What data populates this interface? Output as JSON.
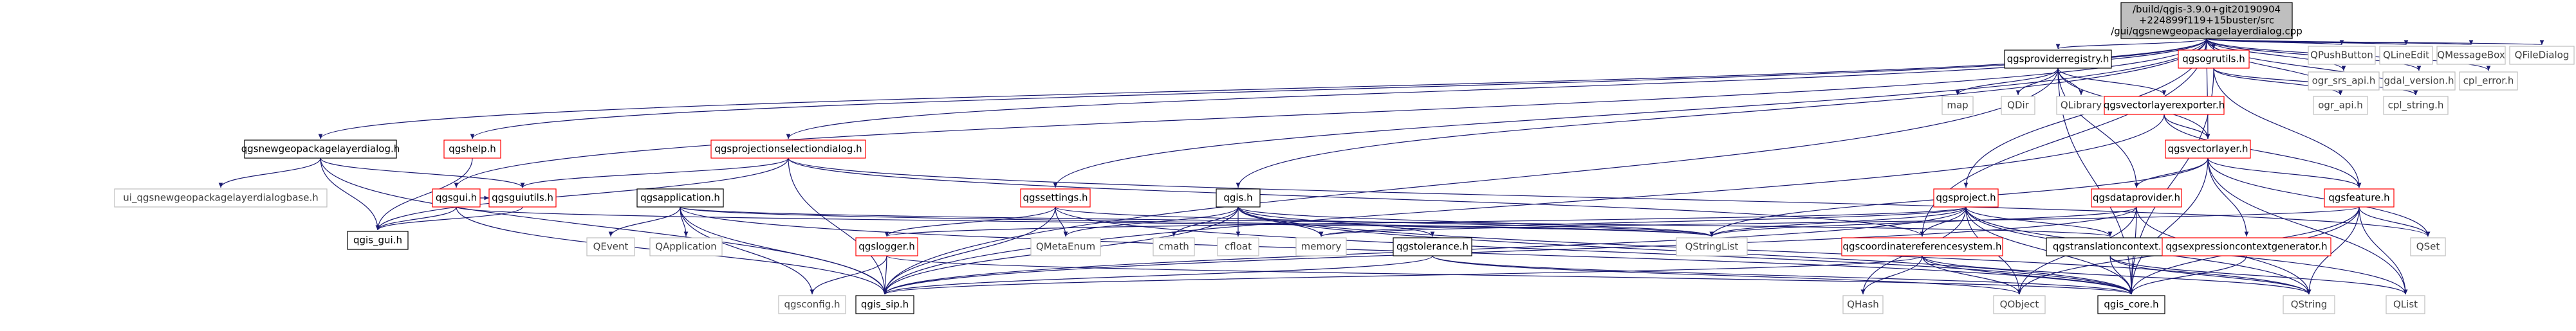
{
  "colors": {
    "edge": "#191970",
    "edge_secondary": "#8b8b8b",
    "root_fill": "#bfbfbf",
    "doc_border": "#ff0000",
    "plain_border": "#000000",
    "external_border": "#bfbfbf",
    "external_text": "#404040"
  },
  "nodes": {
    "root": {
      "lines": [
        "/build/qgis-3.9.0+git20190904",
        "+224899f119+15buster/src",
        "/gui/qgsnewgeopackagelayerdialog.cpp"
      ],
      "kind": "root"
    },
    "qpushbutton": {
      "lines": [
        "QPushButton"
      ],
      "kind": "external"
    },
    "qlineedit": {
      "lines": [
        "QLineEdit"
      ],
      "kind": "external"
    },
    "qmessagebox": {
      "lines": [
        "QMessageBox"
      ],
      "kind": "external"
    },
    "qfiledialog": {
      "lines": [
        "QFileDialog"
      ],
      "kind": "external"
    },
    "ogr_srs_api": {
      "lines": [
        "ogr_srs_api.h"
      ],
      "kind": "external"
    },
    "gdal_version": {
      "lines": [
        "gdal_version.h"
      ],
      "kind": "external"
    },
    "cpl_error": {
      "lines": [
        "cpl_error.h"
      ],
      "kind": "external"
    },
    "qgsproviderregistry": {
      "lines": [
        "qgsproviderregistry.h"
      ],
      "kind": "plain"
    },
    "qgsogrutils": {
      "lines": [
        "qgsogrutils.h"
      ],
      "kind": "doc"
    },
    "ogr_api": {
      "lines": [
        "ogr_api.h"
      ],
      "kind": "external"
    },
    "cpl_string": {
      "lines": [
        "cpl_string.h"
      ],
      "kind": "external"
    },
    "map": {
      "lines": [
        "map"
      ],
      "kind": "external"
    },
    "qdir": {
      "lines": [
        "QDir"
      ],
      "kind": "external"
    },
    "qlibrary": {
      "lines": [
        "QLibrary"
      ],
      "kind": "external"
    },
    "qgsvectorlayerexporter": {
      "lines": [
        "qgsvectorlayerexporter.h"
      ],
      "kind": "doc"
    },
    "qgsnewgeopackagelayerdialog": {
      "lines": [
        "qgsnewgeopackagelayerdialog.h"
      ],
      "kind": "plain"
    },
    "qgshelp": {
      "lines": [
        "qgshelp.h"
      ],
      "kind": "doc"
    },
    "qgsprojectionselectiondialog": {
      "lines": [
        "qgsprojectionselectiondialog.h"
      ],
      "kind": "doc"
    },
    "qgsvectorlayer": {
      "lines": [
        "qgsvectorlayer.h"
      ],
      "kind": "doc"
    },
    "ui_qgsnewgeopackagelayerdialogbase": {
      "lines": [
        "ui_qgsnewgeopackagelayerdialogbase.h"
      ],
      "kind": "external"
    },
    "qgsgui": {
      "lines": [
        "qgsgui.h"
      ],
      "kind": "doc"
    },
    "qgsguiutils": {
      "lines": [
        "qgsguiutils.h"
      ],
      "kind": "doc"
    },
    "qgsapplication": {
      "lines": [
        "qgsapplication.h"
      ],
      "kind": "plain"
    },
    "qgssettings": {
      "lines": [
        "qgssettings.h"
      ],
      "kind": "doc"
    },
    "qgis": {
      "lines": [
        "qgis.h"
      ],
      "kind": "plain"
    },
    "qgsproject": {
      "lines": [
        "qgsproject.h"
      ],
      "kind": "doc"
    },
    "qgsdataprovider": {
      "lines": [
        "qgsdataprovider.h"
      ],
      "kind": "doc"
    },
    "qgsfeature": {
      "lines": [
        "qgsfeature.h"
      ],
      "kind": "doc"
    },
    "qgis_gui": {
      "lines": [
        "qgis_gui.h"
      ],
      "kind": "plain"
    },
    "qevent": {
      "lines": [
        "QEvent"
      ],
      "kind": "external"
    },
    "qapplication": {
      "lines": [
        "QApplication"
      ],
      "kind": "external"
    },
    "qgslogger": {
      "lines": [
        "qgslogger.h"
      ],
      "kind": "doc"
    },
    "qmetaenum": {
      "lines": [
        "QMetaEnum"
      ],
      "kind": "external"
    },
    "cmath": {
      "lines": [
        "cmath"
      ],
      "kind": "external"
    },
    "cfloat": {
      "lines": [
        "cfloat"
      ],
      "kind": "external"
    },
    "memory": {
      "lines": [
        "memory"
      ],
      "kind": "external"
    },
    "qgstolerance": {
      "lines": [
        "qgstolerance.h"
      ],
      "kind": "plain"
    },
    "qstringlist": {
      "lines": [
        "QStringList"
      ],
      "kind": "external"
    },
    "qgscoordinatereferencesystem": {
      "lines": [
        "qgscoordinatereferencesystem.h"
      ],
      "kind": "doc"
    },
    "qgstranslationcontext": {
      "lines": [
        "qgstranslationcontext.h"
      ],
      "kind": "plain"
    },
    "qgsexpressioncontextgenerator": {
      "lines": [
        "qgsexpressioncontextgenerator.h"
      ],
      "kind": "doc"
    },
    "qset": {
      "lines": [
        "QSet"
      ],
      "kind": "external"
    },
    "qgsconfig": {
      "lines": [
        "qgsconfig.h"
      ],
      "kind": "external"
    },
    "qgis_sip": {
      "lines": [
        "qgis_sip.h"
      ],
      "kind": "plain"
    },
    "qhash": {
      "lines": [
        "QHash"
      ],
      "kind": "external"
    },
    "qobject": {
      "lines": [
        "QObject"
      ],
      "kind": "external"
    },
    "qgis_core": {
      "lines": [
        "qgis_core.h"
      ],
      "kind": "plain"
    },
    "qstring": {
      "lines": [
        "QString"
      ],
      "kind": "external"
    },
    "qlist": {
      "lines": [
        "QList"
      ],
      "kind": "external"
    }
  },
  "edges": [
    [
      "root",
      "qpushbutton"
    ],
    [
      "root",
      "qlineedit"
    ],
    [
      "root",
      "qmessagebox"
    ],
    [
      "root",
      "qfiledialog"
    ],
    [
      "root",
      "ogr_srs_api"
    ],
    [
      "root",
      "gdal_version"
    ],
    [
      "root",
      "cpl_error"
    ],
    [
      "root",
      "qgsproviderregistry"
    ],
    [
      "root",
      "qgsogrutils"
    ],
    [
      "root",
      "qgsnewgeopackagelayerdialog"
    ],
    [
      "root",
      "qgshelp"
    ],
    [
      "root",
      "qgsprojectionselectiondialog"
    ],
    [
      "root",
      "qgsgui"
    ],
    [
      "root",
      "qgssettings"
    ],
    [
      "root",
      "qgis"
    ],
    [
      "root",
      "qgsproject"
    ],
    [
      "root",
      "qgscoordinatereferencesystem"
    ],
    [
      "root",
      "qgsvectorlayer"
    ],
    [
      "root",
      "ogr_api"
    ],
    [
      "root",
      "cpl_string"
    ],
    [
      "qgsproviderregistry",
      "map"
    ],
    [
      "qgsproviderregistry",
      "qdir"
    ],
    [
      "qgsproviderregistry",
      "qlibrary"
    ],
    [
      "qgsproviderregistry",
      "qgsvectorlayerexporter"
    ],
    [
      "qgsproviderregistry",
      "qgsdataprovider"
    ],
    [
      "qgsproviderregistry",
      "qgis_core"
    ],
    [
      "qgsproviderregistry",
      "qgis_sip"
    ],
    [
      "qgsproviderregistry",
      "qgsvectorlayer"
    ],
    [
      "qgsogrutils",
      "ogr_api"
    ],
    [
      "qgsogrutils",
      "cpl_string"
    ],
    [
      "qgsogrutils",
      "qgsfeature"
    ],
    [
      "qgsogrutils",
      "qgis_core"
    ],
    [
      "qgsvectorlayerexporter",
      "qgsvectorlayer"
    ],
    [
      "qgsvectorlayerexporter",
      "qgsfeature"
    ],
    [
      "qgsvectorlayerexporter",
      "qgis_sip"
    ],
    [
      "qgsnewgeopackagelayerdialog",
      "ui_qgsnewgeopackagelayerdialogbase"
    ],
    [
      "qgsnewgeopackagelayerdialog",
      "qgsguiutils"
    ],
    [
      "qgsnewgeopackagelayerdialog",
      "qgis_gui"
    ],
    [
      "qgsnewgeopackagelayerdialog",
      "qgis_sip"
    ],
    [
      "qgshelp",
      "qgis_gui"
    ],
    [
      "qgsprojectionselectiondialog",
      "qgsguiutils"
    ],
    [
      "qgsprojectionselectiondialog",
      "qgis_gui"
    ],
    [
      "qgsprojectionselectiondialog",
      "qgis_sip"
    ],
    [
      "qgsprojectionselectiondialog",
      "qgscoordinatereferencesystem"
    ],
    [
      "qgsprojectionselectiondialog",
      "qset"
    ],
    [
      "qgsvectorlayer",
      "qgsdataprovider"
    ],
    [
      "qgsvectorlayer",
      "qgsfeature"
    ],
    [
      "qgsvectorlayer",
      "qgsexpressioncontextgenerator"
    ],
    [
      "qgsvectorlayer",
      "qset"
    ],
    [
      "qgsvectorlayer",
      "qlist"
    ],
    [
      "qgsvectorlayer",
      "qgis_core"
    ],
    [
      "qgsvectorlayer",
      "qstringlist"
    ],
    [
      "qgsgui",
      "qgis_gui"
    ],
    [
      "qgsgui",
      "qgis_sip"
    ],
    [
      "qgsgui",
      "qgsguiutils"
    ],
    [
      "qgsgui",
      "qstringlist"
    ],
    [
      "qgsguiutils",
      "qgis_gui"
    ],
    [
      "qgsapplication",
      "qevent"
    ],
    [
      "qgsapplication",
      "qapplication"
    ],
    [
      "qgsapplication",
      "qgsconfig"
    ],
    [
      "qgsapplication",
      "qgis_sip"
    ],
    [
      "qgsapplication",
      "qgis_core"
    ],
    [
      "qgsapplication",
      "qstringlist"
    ],
    [
      "qgsapplication",
      "qgstranslationcontext"
    ],
    [
      "qgssettings",
      "qgslogger"
    ],
    [
      "qgssettings",
      "qmetaenum"
    ],
    [
      "qgssettings",
      "qgis_sip"
    ],
    [
      "qgssettings",
      "qgis_core"
    ],
    [
      "qgssettings",
      "qstringlist"
    ],
    [
      "qgis",
      "qmetaenum"
    ],
    [
      "qgis",
      "cmath"
    ],
    [
      "qgis",
      "cfloat"
    ],
    [
      "qgis",
      "memory"
    ],
    [
      "qgis",
      "qgis_core"
    ],
    [
      "qgis",
      "qgis_sip"
    ],
    [
      "qgis",
      "qgstolerance"
    ],
    [
      "qgis",
      "qstring"
    ],
    [
      "qgis",
      "qstringlist"
    ],
    [
      "qgsproject",
      "qgis_sip"
    ],
    [
      "qgsproject",
      "qgscoordinatereferencesystem"
    ],
    [
      "qgsproject",
      "qgstranslationcontext"
    ],
    [
      "qgsproject",
      "qstringlist"
    ],
    [
      "qgsproject",
      "memory"
    ],
    [
      "qgsproject",
      "qhash"
    ],
    [
      "qgsproject",
      "qobject"
    ],
    [
      "qgsproject",
      "qgis_core"
    ],
    [
      "qgsproject",
      "qlist"
    ],
    [
      "qgsproject",
      "qstring"
    ],
    [
      "qgsproject",
      "qgslogger"
    ],
    [
      "qgsdataprovider",
      "qgis_core"
    ],
    [
      "qgsdataprovider",
      "qobject"
    ],
    [
      "qgsdataprovider",
      "qstring"
    ],
    [
      "qgsdataprovider",
      "qstringlist"
    ],
    [
      "qgsdataprovider",
      "qgis_sip"
    ],
    [
      "qgsfeature",
      "qgis_core"
    ],
    [
      "qgsfeature",
      "qset"
    ],
    [
      "qgsfeature",
      "qlist"
    ],
    [
      "qgsfeature",
      "qstring"
    ],
    [
      "qgsfeature",
      "qobject"
    ],
    [
      "qgsfeature",
      "memory"
    ],
    [
      "qgslogger",
      "qgsconfig"
    ],
    [
      "qgslogger",
      "qgis_core"
    ],
    [
      "qgslogger",
      "qgis_sip"
    ],
    [
      "qgstolerance",
      "qgis_core"
    ],
    [
      "qgstolerance",
      "qgis_sip"
    ],
    [
      "qgstolerance",
      "qobject"
    ],
    [
      "qgscoordinatereferencesystem",
      "qgis_core"
    ],
    [
      "qgscoordinatereferencesystem",
      "qgis_sip"
    ],
    [
      "qgscoordinatereferencesystem",
      "qhash"
    ],
    [
      "qgscoordinatereferencesystem",
      "qobject"
    ],
    [
      "qgscoordinatereferencesystem",
      "qstring"
    ],
    [
      "qgstranslationcontext",
      "qgis_core"
    ],
    [
      "qgstranslationcontext",
      "qstring"
    ],
    [
      "qgstranslationcontext",
      "qlist"
    ],
    [
      "qgsexpressioncontextgenerator",
      "qgis_core"
    ]
  ]
}
